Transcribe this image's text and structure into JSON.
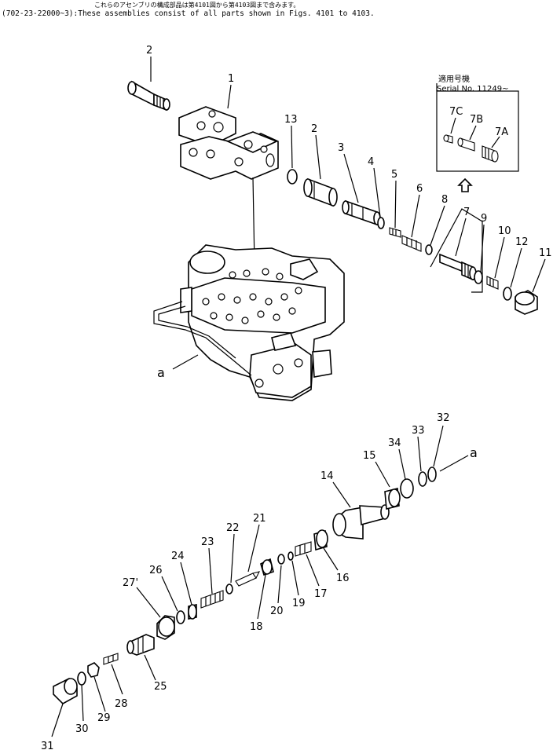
{
  "header": {
    "line1": "これらのアセンブリの構成部品は第4101図から第4103図まで含みます。",
    "line2": "(702-23-22000~3):These assemblies consist of all parts shown in Figs. 4101 to 4103."
  },
  "inset": {
    "title_jp": "適用号機",
    "title_en": "Serial No. 11249~"
  },
  "callouts": {
    "c1": "1",
    "c2a": "2",
    "c2b": "2",
    "c3": "3",
    "c4": "4",
    "c5": "5",
    "c6": "6",
    "c7": "7",
    "c7a": "7A",
    "c7b": "7B",
    "c7c": "7C",
    "c8": "8",
    "c9": "9",
    "c10": "10",
    "c11": "11",
    "c12": "12",
    "c13": "13",
    "c14": "14",
    "c15": "15",
    "c16": "16",
    "c17": "17",
    "c18": "18",
    "c19": "19",
    "c20": "20",
    "c21": "21",
    "c22": "22",
    "c23": "23",
    "c24": "24",
    "c25": "25",
    "c26": "26",
    "c27": "27'",
    "c28": "28",
    "c29": "29",
    "c30": "30",
    "c31": "31",
    "c32": "32",
    "c33": "33",
    "c34": "34",
    "ref_a1": "a",
    "ref_a2": "a"
  },
  "colors": {
    "ink": "#000000",
    "paper": "#ffffff"
  }
}
